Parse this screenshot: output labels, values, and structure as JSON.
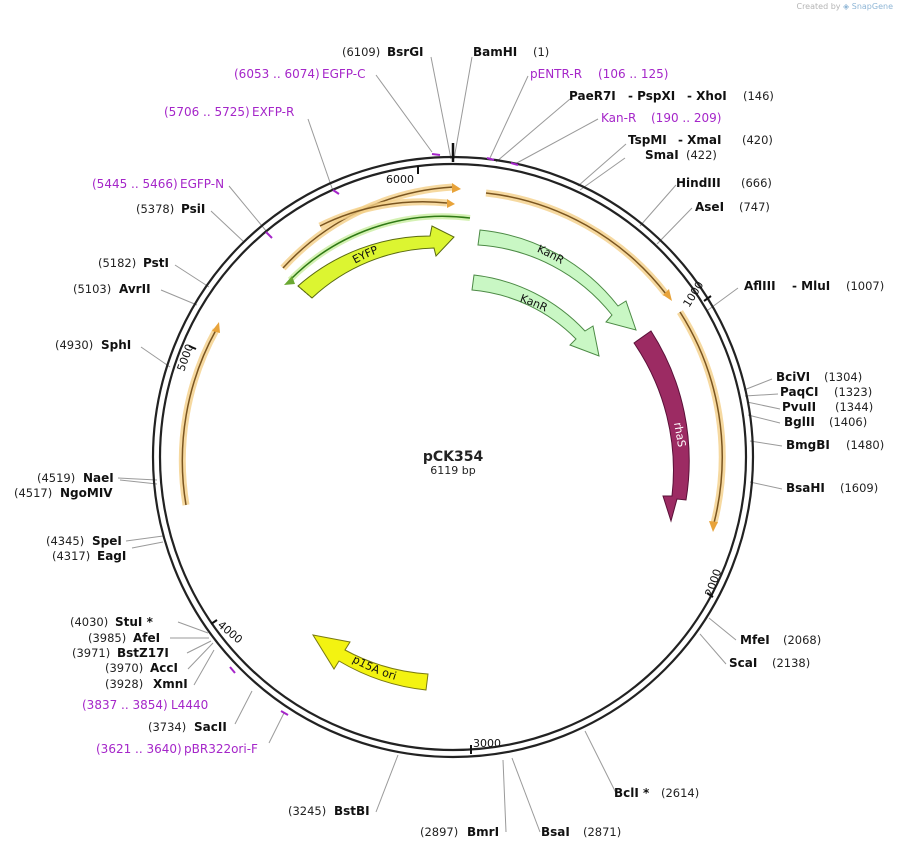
{
  "credit": {
    "prefix": "Created by",
    "brand": "SnapGene"
  },
  "plasmid": {
    "name": "pCK354",
    "size_label": "6119 bp",
    "length": 6119
  },
  "ticks": [
    "1000",
    "2000",
    "3000",
    "4000",
    "5000",
    "6000"
  ],
  "features": [
    {
      "name": "EYFP",
      "color": "#dcf531"
    },
    {
      "name": "KanR",
      "color": "#c9f7c4"
    },
    {
      "name": "KanR",
      "color": "#c9f7c4"
    },
    {
      "name": "rhaS",
      "color": "#9c2b63"
    },
    {
      "name": "p15A ori",
      "color": "#f3f311"
    }
  ],
  "colors": {
    "primer": "#a526c9",
    "orf": "#e8a33a",
    "orf_green": "#3a8a1a"
  },
  "enzymes": [
    {
      "name": "BsrGI",
      "pos": "(6109)"
    },
    {
      "name": "BamHI",
      "pos": "(1)"
    },
    {
      "name": "PaeR7I",
      "name2": "- PspXI",
      "name3": "- XhoI",
      "pos": "(146)"
    },
    {
      "name": "TspMI",
      "name2": "- XmaI",
      "pos": "(420)"
    },
    {
      "name": "SmaI",
      "pos": "(422)"
    },
    {
      "name": "HindIII",
      "pos": "(666)"
    },
    {
      "name": "AseI",
      "pos": "(747)"
    },
    {
      "name": "AflIII",
      "name2": "- MluI",
      "pos": "(1007)"
    },
    {
      "name": "BciVI",
      "pos": "(1304)"
    },
    {
      "name": "PaqCI",
      "pos": "(1323)"
    },
    {
      "name": "PvuII",
      "pos": "(1344)"
    },
    {
      "name": "BglII",
      "pos": "(1406)"
    },
    {
      "name": "BmgBI",
      "pos": "(1480)"
    },
    {
      "name": "BsaHI",
      "pos": "(1609)"
    },
    {
      "name": "MfeI",
      "pos": "(2068)"
    },
    {
      "name": "ScaI",
      "pos": "(2138)"
    },
    {
      "name": "BclI *",
      "pos": "(2614)"
    },
    {
      "name": "BsaI",
      "pos": "(2871)"
    },
    {
      "name": "BmrI",
      "pos": "(2897)"
    },
    {
      "name": "BstBI",
      "pos": "(3245)"
    },
    {
      "name": "SacII",
      "pos": "(3734)"
    },
    {
      "name": "XmnI",
      "pos": "(3928)"
    },
    {
      "name": "AccI",
      "pos": "(3970)"
    },
    {
      "name": "BstZ17I",
      "pos": "(3971)"
    },
    {
      "name": "AfeI",
      "pos": "(3985)"
    },
    {
      "name": "StuI *",
      "pos": "(4030)"
    },
    {
      "name": "EagI",
      "pos": "(4317)"
    },
    {
      "name": "SpeI",
      "pos": "(4345)"
    },
    {
      "name": "NgoMIV",
      "pos": "(4517)"
    },
    {
      "name": "NaeI",
      "pos": "(4519)"
    },
    {
      "name": "SphI",
      "pos": "(4930)"
    },
    {
      "name": "AvrII",
      "pos": "(5103)"
    },
    {
      "name": "PstI",
      "pos": "(5182)"
    },
    {
      "name": "PsiI",
      "pos": "(5378)"
    }
  ],
  "primers": [
    {
      "name": "pENTR-R",
      "range": "(106 .. 125)"
    },
    {
      "name": "Kan-R",
      "range": "(190 .. 209)"
    },
    {
      "name": "EGFP-C",
      "range": "(6053 .. 6074)"
    },
    {
      "name": "EXFP-R",
      "range": "(5706 .. 5725)"
    },
    {
      "name": "EGFP-N",
      "range": "(5445 .. 5466)"
    },
    {
      "name": "L4440",
      "range": "(3837 .. 3854)"
    },
    {
      "name": "pBR322ori-F",
      "range": "(3621 .. 3640)"
    }
  ]
}
